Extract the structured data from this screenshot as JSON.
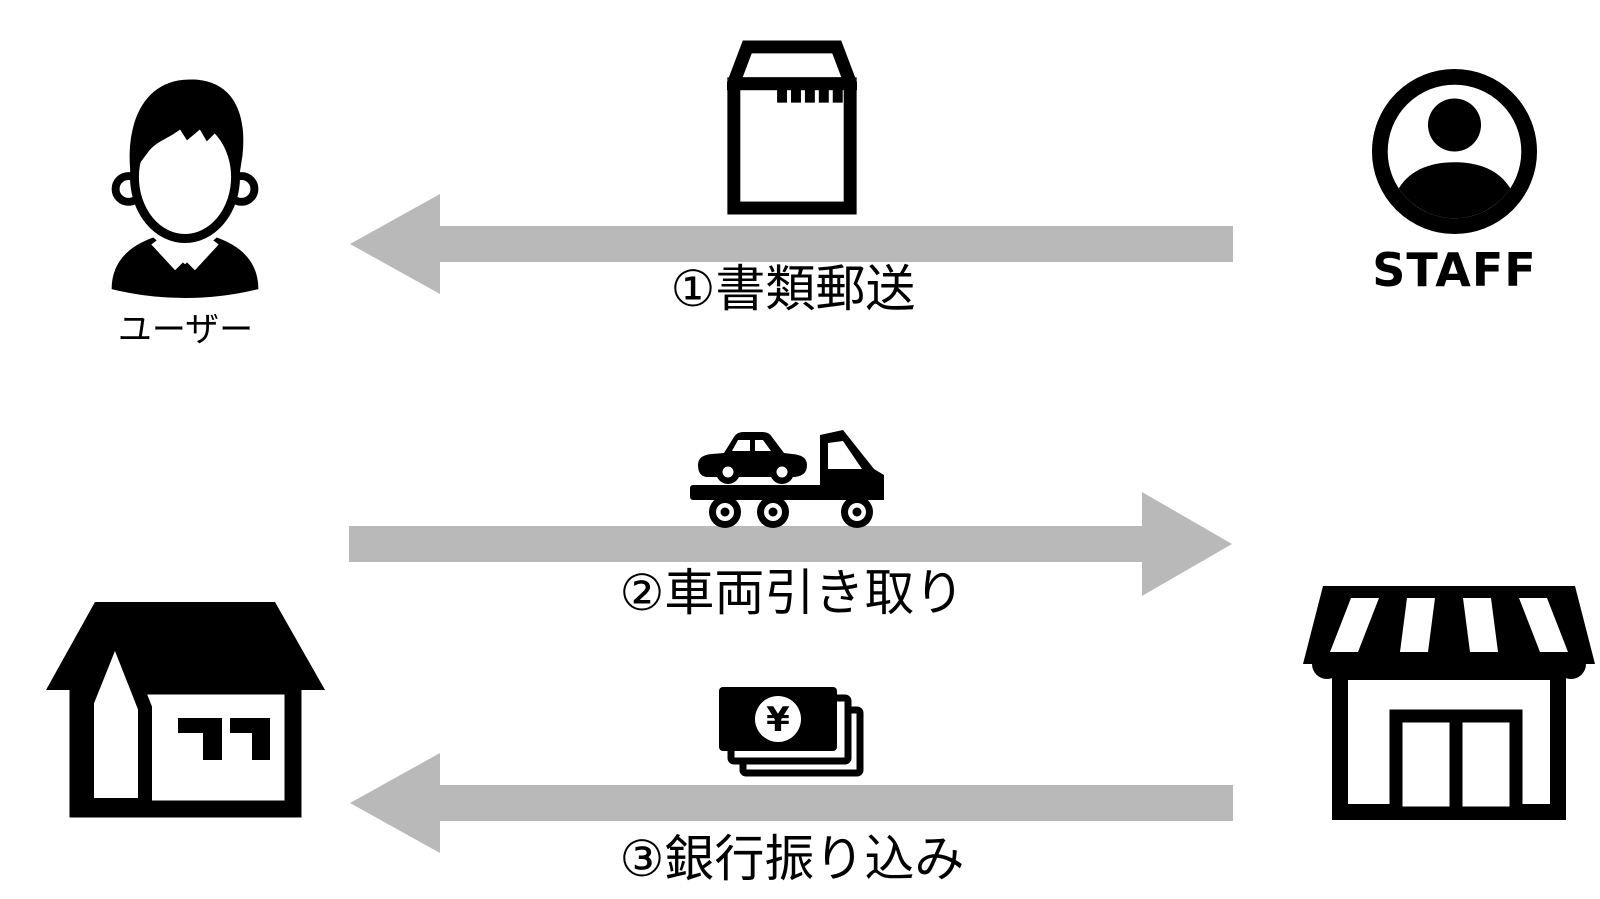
{
  "diagram": {
    "title_none": "",
    "colors": {
      "icon": "#000000",
      "arrow": "#b9b9b9",
      "text": "#000000",
      "background": "#ffffff"
    },
    "actors": {
      "user": {
        "label": "ユーザー",
        "icon": "person-icon"
      },
      "staff": {
        "label": "STAFF",
        "icon": "staff-circle-icon"
      },
      "house": {
        "icon": "house-icon"
      },
      "store": {
        "icon": "store-icon"
      }
    },
    "steps": [
      {
        "number": "①",
        "label": "①書類郵送",
        "direction": "left",
        "icon": "envelope-icon"
      },
      {
        "number": "②",
        "label": "②車両引き取り",
        "direction": "right",
        "icon": "tow-truck-icon"
      },
      {
        "number": "③",
        "label": "③銀行振り込み",
        "direction": "left",
        "icon": "money-icon"
      }
    ]
  }
}
